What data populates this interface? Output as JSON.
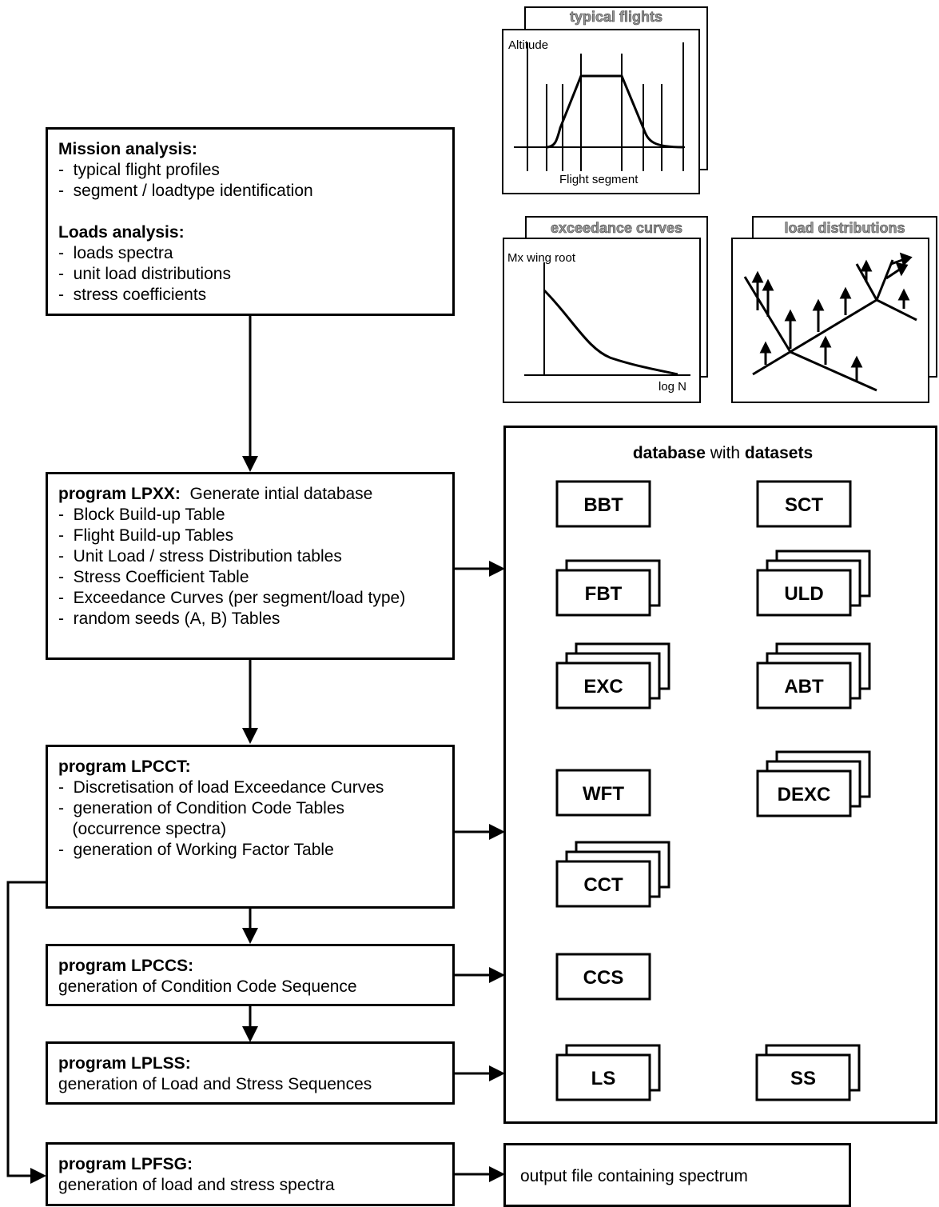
{
  "mission_box": {
    "heading1": "Mission analysis:",
    "items1": [
      "typical flight profiles",
      "segment / loadtype identification"
    ],
    "heading2": "Loads analysis:",
    "items2": [
      "loads spectra",
      "unit load distributions",
      "stress coefficients"
    ]
  },
  "lpxx_box": {
    "name": "program LPXX:",
    "desc": "Generate intial database",
    "items": [
      "Block Build-up Table",
      "Flight Build-up Tables",
      "Unit Load / stress Distribution tables",
      "Stress Coefficient Table",
      "Exceedance Curves (per segment/load type)",
      "random seeds (A, B) Tables"
    ]
  },
  "lpcct_box": {
    "name": "program LPCCT:",
    "items": [
      "Discretisation of load Exceedance Curves",
      "generation of Condition Code Tables",
      "(occurrence spectra)",
      "generation of Working Factor Table"
    ]
  },
  "lpccs_box": {
    "name": "program LPCCS:",
    "desc": "generation of Condition Code Sequence"
  },
  "lplss_box": {
    "name": "program LPLSS:",
    "desc": "generation of Load and Stress Sequences"
  },
  "lpfsg_box": {
    "name": "program LPFSG:",
    "desc": "generation of load and stress spectra"
  },
  "output_box": {
    "text": "output file containing spectrum"
  },
  "database": {
    "title_bold1": "database",
    "title_mid": " with ",
    "title_bold2": "datasets",
    "datasets": [
      "BBT",
      "SCT",
      "FBT",
      "ULD",
      "EXC",
      "ABT",
      "WFT",
      "DEXC",
      "CCT",
      "CCS",
      "LS",
      "SS"
    ]
  },
  "thumbnails": {
    "typical_flights": {
      "title": "typical flights",
      "ylabel": "Altitude",
      "xlabel": "Flight segment"
    },
    "exceedance_curves": {
      "title": "exceedance curves",
      "ylabel": "Mx wing root",
      "xlabel": "log N"
    },
    "load_distributions": {
      "title": "load distributions"
    }
  }
}
